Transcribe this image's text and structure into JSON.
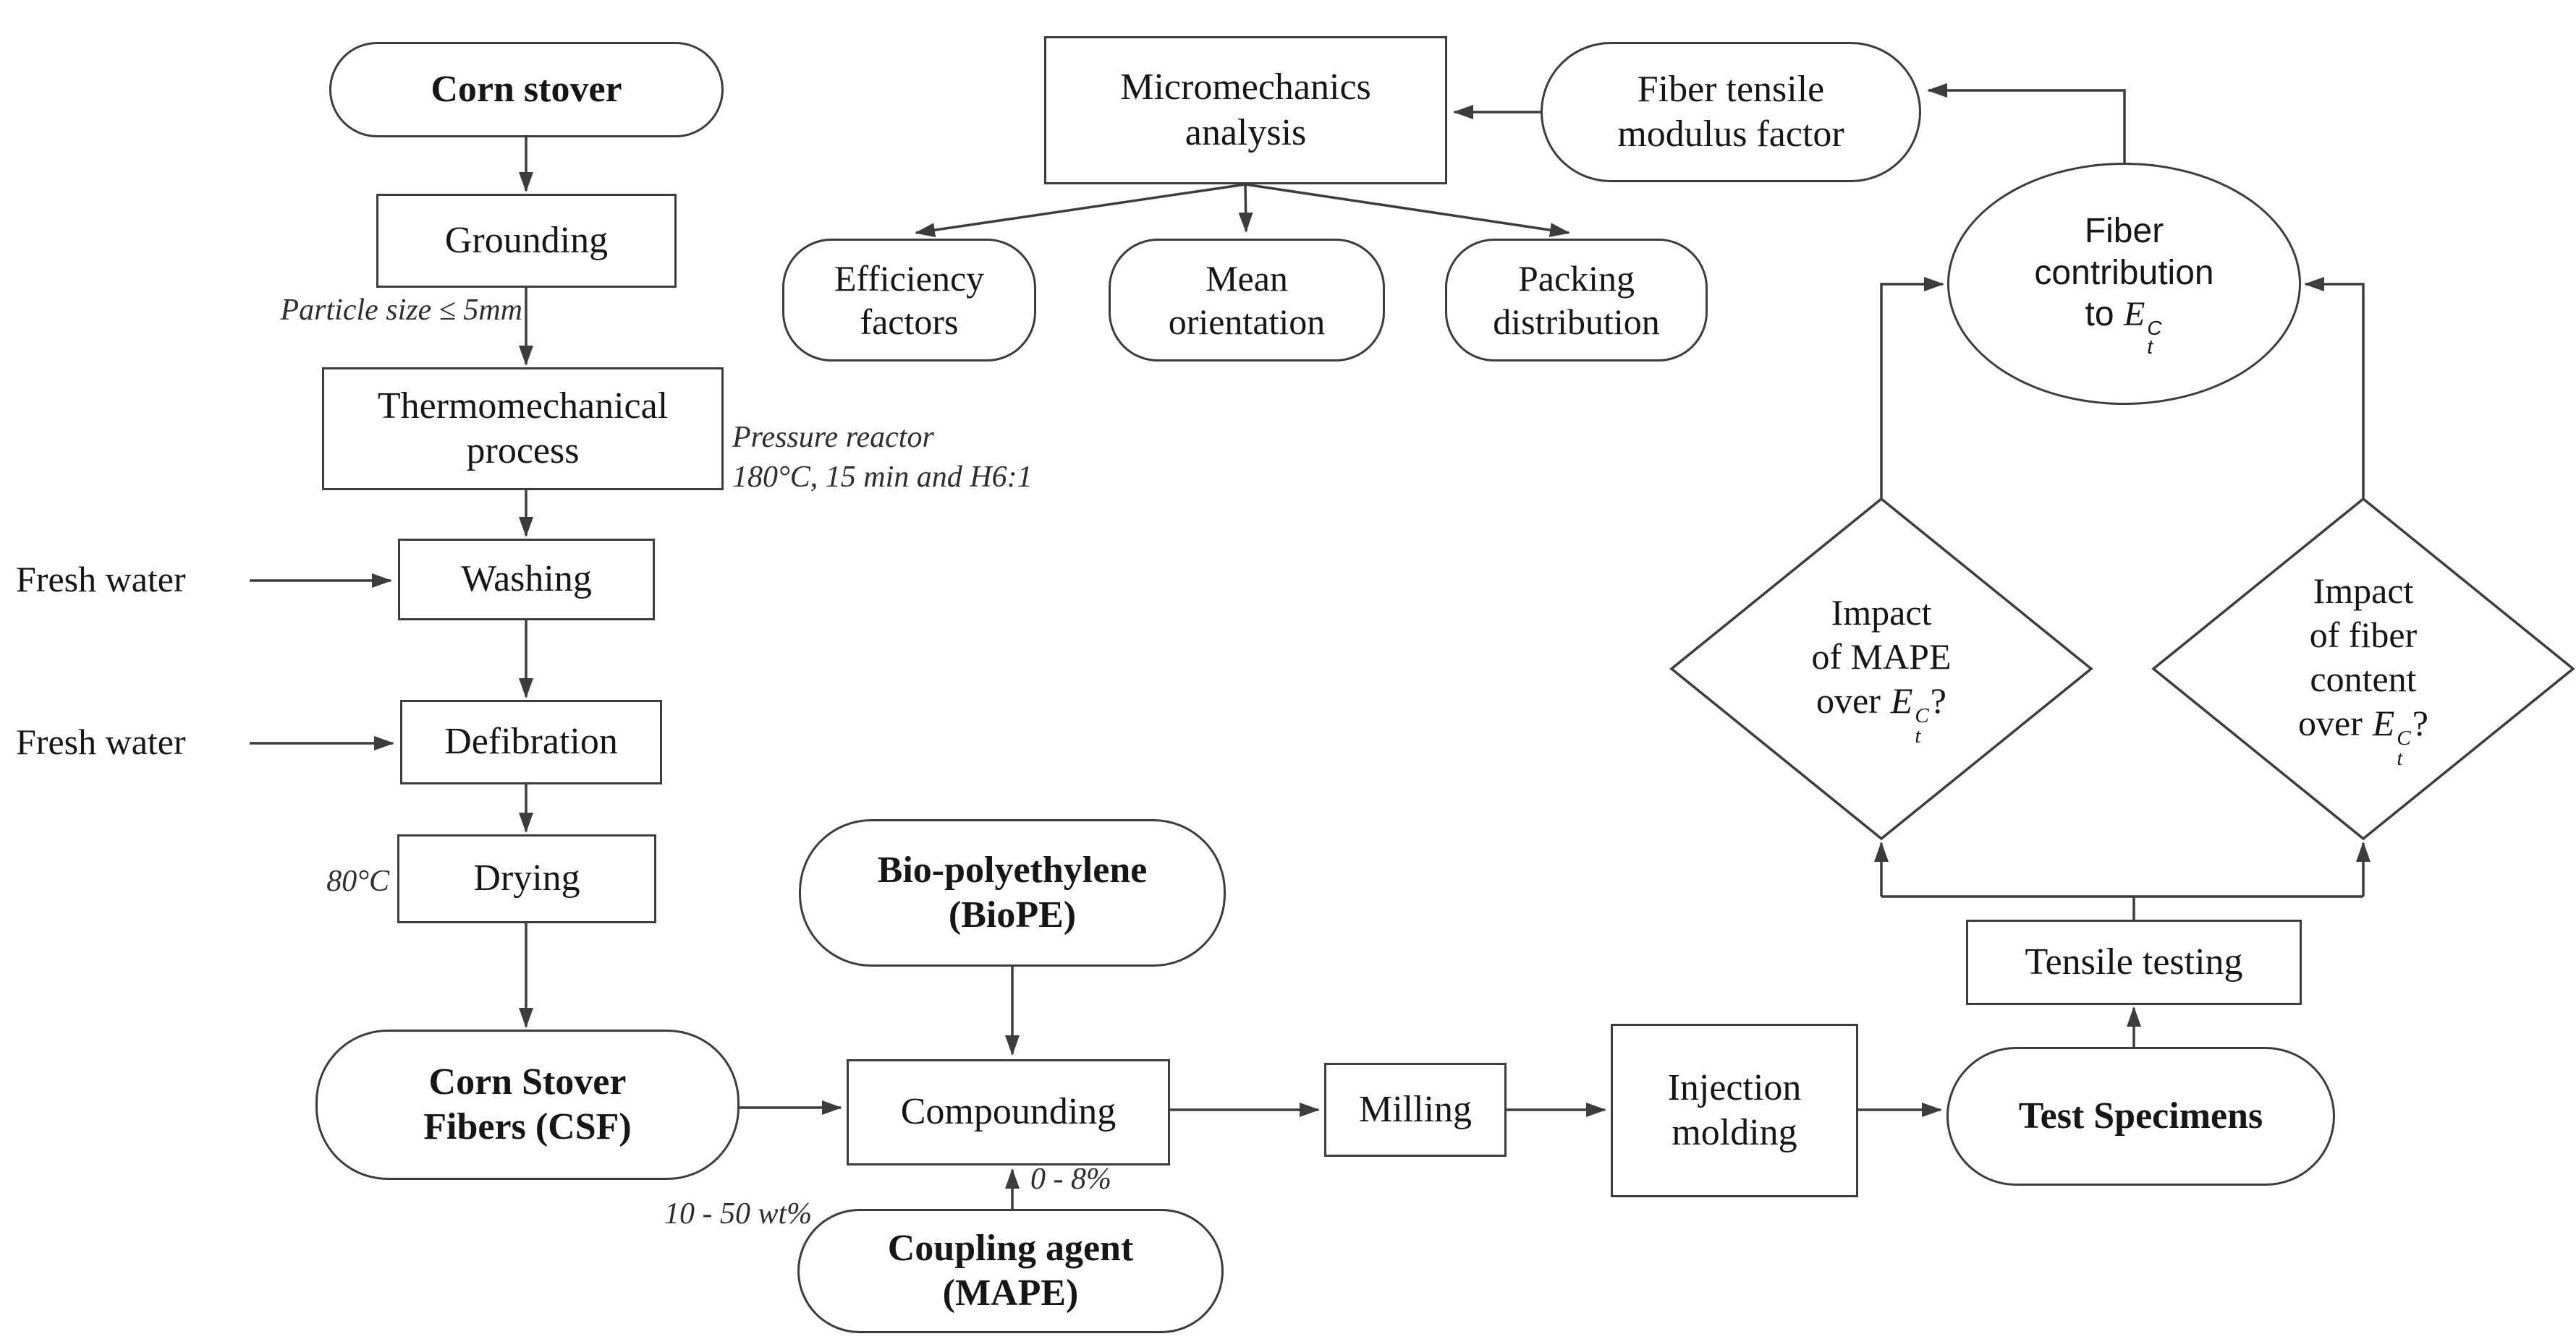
{
  "nodes": {
    "corn_stover": {
      "label": "Corn stover"
    },
    "grounding": {
      "label": "Grounding"
    },
    "thermomech": {
      "line1": "Thermomechanical",
      "line2": "process"
    },
    "washing": {
      "label": "Washing"
    },
    "defibration": {
      "label": "Defibration"
    },
    "drying": {
      "label": "Drying"
    },
    "csf": {
      "line1": "Corn Stover",
      "line2": "Fibers (CSF)"
    },
    "biope": {
      "line1": "Bio-polyethylene",
      "line2": "(BioPE)"
    },
    "coupling": {
      "line1": "Coupling agent",
      "line2": "(MAPE)"
    },
    "compounding": {
      "label": "Compounding"
    },
    "milling": {
      "label": "Milling"
    },
    "injection": {
      "line1": "Injection",
      "line2": "molding"
    },
    "test_specimens": {
      "label": "Test Specimens"
    },
    "tensile": {
      "label": "Tensile testing"
    },
    "micromech": {
      "line1": "Micromechanics",
      "line2": "analysis"
    },
    "fiber_modulus": {
      "line1": "Fiber tensile",
      "line2": "modulus factor"
    },
    "efficiency": {
      "line1": "Efficiency",
      "line2": "factors"
    },
    "mean_orientation": {
      "line1": "Mean",
      "line2": "orientation"
    },
    "packing": {
      "line1": "Packing",
      "line2": "distribution"
    },
    "fiber_contribution": {
      "line1": "Fiber",
      "line2": "contribution",
      "pre": "to",
      "sym": "E",
      "sup": "C",
      "sub": "t",
      "post": ""
    },
    "impact_mape": {
      "line1": "Impact",
      "line2": "of MAPE",
      "pre": "over",
      "sym": "E",
      "sup": "C",
      "sub": "t",
      "post": "?"
    },
    "impact_fiber": {
      "line1": "Impact",
      "line2": "of fiber",
      "line3": "content",
      "pre": "over",
      "sym": "E",
      "sup": "C",
      "sub": "t",
      "post": "?"
    }
  },
  "annotations": {
    "particle_size": "Particle size ≤ 5mm",
    "pressure_line1": "Pressure reactor",
    "pressure_line2": "180°C, 15 min and H6:1",
    "fresh_water_1": "Fresh water",
    "fresh_water_2": "Fresh water",
    "temp_80": "80°C",
    "wt_range": "10 - 50 wt%",
    "mape_range": "0 - 8%"
  },
  "colors": {
    "line": "#3c3c3c",
    "text": "#161616",
    "annotation": "#2e2e2e",
    "background": "#ffffff"
  }
}
